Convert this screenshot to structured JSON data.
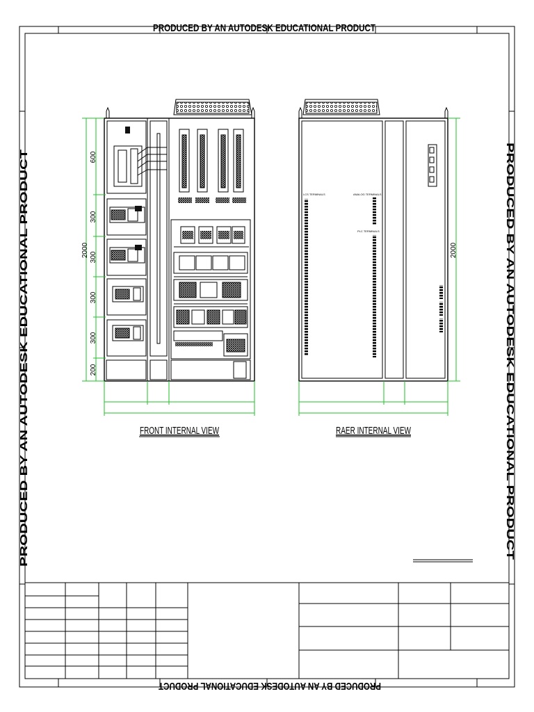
{
  "watermark": {
    "top": "PRODUCED BY AN AUTODESK EDUCATIONAL PRODUCT",
    "bottom": "PRODUCED BY AN AUTODESK EDUCATIONAL PRODUCT",
    "left": "PRODUCED BY AN AUTODESK EDUCATIONAL PRODUCT",
    "right": "PRODUCED BY AN AUTODESK EDUCATIONAL PRODUCT"
  },
  "views": {
    "front_title": "FRONT INTERNAL VIEW",
    "rear_title": "RAER INTERNAL VIEW"
  },
  "dimensions": {
    "front_total_height": "2000",
    "rear_total_height": "2000",
    "front_sections": [
      "600",
      "300",
      "300",
      "300",
      "300",
      "200"
    ]
  },
  "labels": {
    "lcs_terminals": "LCS TERMINALS",
    "analog_terminals": "ANALOG TERMINALS",
    "plc_terminals": "PLC TERMINALS"
  },
  "colors": {
    "dimension_lines": "#22c02a",
    "drawing_lines": "#000000"
  }
}
